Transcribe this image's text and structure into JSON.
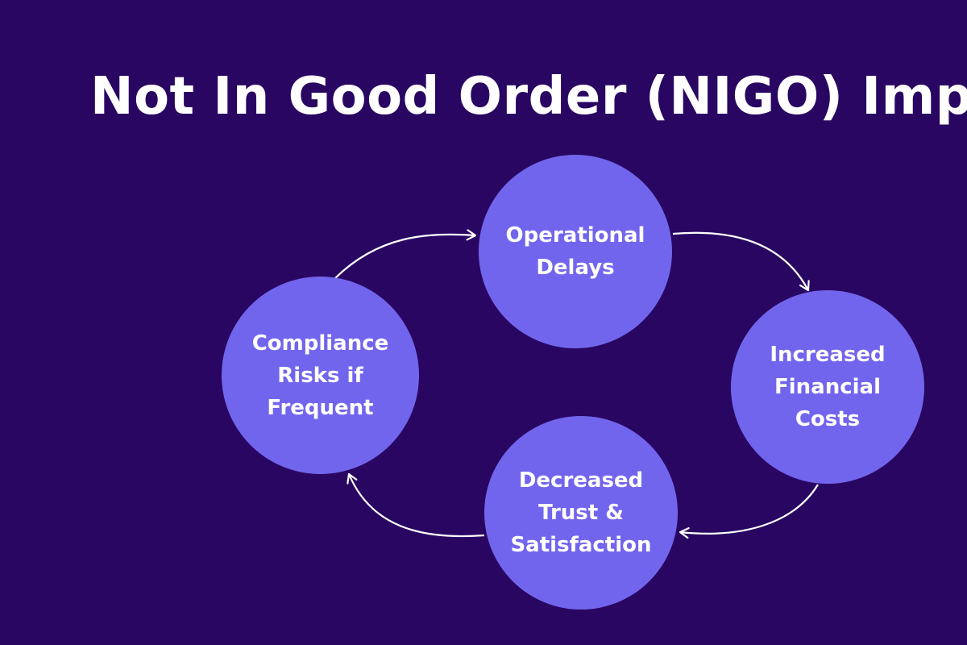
{
  "diagram": {
    "title": "Not In Good Order (NIGO) Implicati",
    "nodes": {
      "operational_delays": "Operational\nDelays",
      "increased_financial_costs": "Increased\nFinancial\nCosts",
      "decreased_trust": "Decreased\nTrust &\nSatisfaction",
      "compliance_risks": "Compliance\nRisks if\nFrequent"
    },
    "flow": [
      "operational_delays",
      "increased_financial_costs",
      "decreased_trust",
      "compliance_risks"
    ],
    "colors": {
      "background": "#290662",
      "node_fill": "#7265ed",
      "text": "#ffffff",
      "connector": "#ffffff"
    },
    "connector_icon": "curved-arrow"
  }
}
